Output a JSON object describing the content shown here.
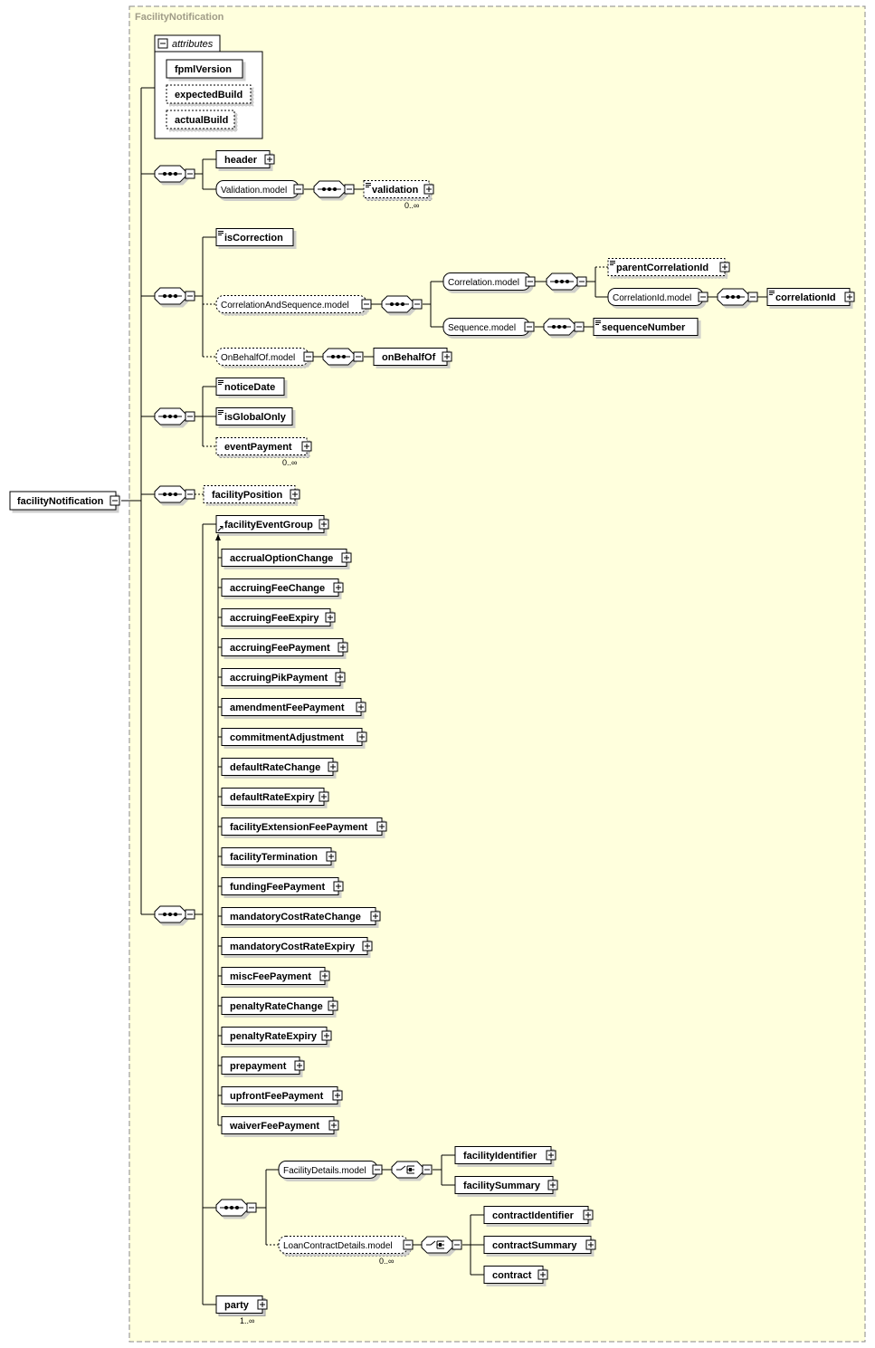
{
  "type_label": "FacilityNotification",
  "root": "facilityNotification",
  "attributes": {
    "title": "attributes",
    "items": [
      {
        "name": "fpmlVersion",
        "optional": false
      },
      {
        "name": "expectedBuild",
        "optional": true
      },
      {
        "name": "actualBuild",
        "optional": true
      }
    ]
  },
  "seq1": {
    "header": "header",
    "validation_model": "Validation.model",
    "validation": "validation",
    "validation_card": "0..∞"
  },
  "seq2": {
    "isCorrection": "isCorrection",
    "correlation_and_sequence_model": "CorrelationAndSequence.model",
    "correlation_model": "Correlation.model",
    "parentCorrelationId": "parentCorrelationId",
    "correlationId_model": "CorrelationId.model",
    "correlationId": "correlationId",
    "sequence_model": "Sequence.model",
    "sequenceNumber": "sequenceNumber",
    "on_behalf_of_model": "OnBehalfOf.model",
    "onBehalfOf": "onBehalfOf"
  },
  "seq3": {
    "noticeDate": "noticeDate",
    "isGlobalOnly": "isGlobalOnly",
    "eventPayment": "eventPayment",
    "eventPayment_card": "0..∞"
  },
  "seq4": {
    "facilityPosition": "facilityPosition"
  },
  "seq5": {
    "facilityEventGroup": "facilityEventGroup",
    "events": [
      "accrualOptionChange",
      "accruingFeeChange",
      "accruingFeeExpiry",
      "accruingFeePayment",
      "accruingPikPayment",
      "amendmentFeePayment",
      "commitmentAdjustment",
      "defaultRateChange",
      "defaultRateExpiry",
      "facilityExtensionFeePayment",
      "facilityTermination",
      "fundingFeePayment",
      "mandatoryCostRateChange",
      "mandatoryCostRateExpiry",
      "miscFeePayment",
      "penaltyRateChange",
      "penaltyRateExpiry",
      "prepayment",
      "upfrontFeePayment",
      "waiverFeePayment"
    ],
    "facility_details_model": "FacilityDetails.model",
    "facilityIdentifier": "facilityIdentifier",
    "facilitySummary": "facilitySummary",
    "loan_contract_details_model": "LoanContractDetails.model",
    "loan_contract_card": "0..∞",
    "contractIdentifier": "contractIdentifier",
    "contractSummary": "contractSummary",
    "contract": "contract",
    "party": "party",
    "party_card": "1..∞"
  },
  "colors": {
    "background": "#ffffdd",
    "box_border": "#000000",
    "type_label": "#a09c88"
  }
}
